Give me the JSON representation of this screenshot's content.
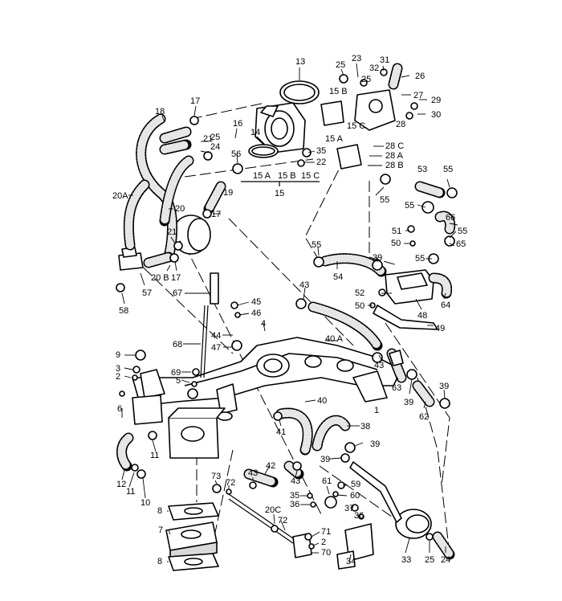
{
  "callouts": [
    {
      "id": "13",
      "text": "13"
    },
    {
      "id": "25a",
      "text": "25"
    },
    {
      "id": "23",
      "text": "23"
    },
    {
      "id": "32",
      "text": "32"
    },
    {
      "id": "31",
      "text": "31"
    },
    {
      "id": "26",
      "text": "26"
    },
    {
      "id": "15B",
      "text": "15 B"
    },
    {
      "id": "25b",
      "text": "25"
    },
    {
      "id": "27",
      "text": "27"
    },
    {
      "id": "29",
      "text": "29"
    },
    {
      "id": "30",
      "text": "30"
    },
    {
      "id": "18",
      "text": "18"
    },
    {
      "id": "17a",
      "text": "17"
    },
    {
      "id": "16",
      "text": "16"
    },
    {
      "id": "25c",
      "text": "25"
    },
    {
      "id": "24",
      "text": "24"
    },
    {
      "id": "21a",
      "text": "21"
    },
    {
      "id": "14",
      "text": "14"
    },
    {
      "id": "15A",
      "text": "15 A"
    },
    {
      "id": "15C",
      "text": "15 C"
    },
    {
      "id": "28",
      "text": "28"
    },
    {
      "id": "35a",
      "text": "35"
    },
    {
      "id": "22",
      "text": "22"
    },
    {
      "id": "56",
      "text": "56"
    },
    {
      "id": "28C",
      "text": "28 C"
    },
    {
      "id": "28A",
      "text": "28 A"
    },
    {
      "id": "28B",
      "text": "28 B"
    },
    {
      "id": "53",
      "text": "53"
    },
    {
      "id": "55a",
      "text": "55"
    },
    {
      "id": "20A",
      "text": "20A"
    },
    {
      "id": "19",
      "text": "19"
    },
    {
      "id": "17b",
      "text": "17"
    },
    {
      "id": "20",
      "text": "20"
    },
    {
      "id": "55b",
      "text": "55"
    },
    {
      "id": "55c",
      "text": "55"
    },
    {
      "id": "66",
      "text": "66"
    },
    {
      "id": "55d",
      "text": "55"
    },
    {
      "id": "51",
      "text": "51"
    },
    {
      "id": "21b",
      "text": "21"
    },
    {
      "id": "50a",
      "text": "50"
    },
    {
      "id": "65",
      "text": "65"
    },
    {
      "id": "55e",
      "text": "55"
    },
    {
      "id": "55f",
      "text": "55"
    },
    {
      "id": "39a",
      "text": "39"
    },
    {
      "id": "54",
      "text": "54"
    },
    {
      "id": "20B",
      "text": "20 B"
    },
    {
      "id": "17c",
      "text": "17"
    },
    {
      "id": "57",
      "text": "57"
    },
    {
      "id": "58",
      "text": "58"
    },
    {
      "id": "67",
      "text": "67"
    },
    {
      "id": "43a",
      "text": "43"
    },
    {
      "id": "52",
      "text": "52"
    },
    {
      "id": "48",
      "text": "48"
    },
    {
      "id": "64",
      "text": "64"
    },
    {
      "id": "50b",
      "text": "50"
    },
    {
      "id": "45",
      "text": "45"
    },
    {
      "id": "46",
      "text": "46"
    },
    {
      "id": "49",
      "text": "49"
    },
    {
      "id": "4",
      "text": "4"
    },
    {
      "id": "44",
      "text": "44"
    },
    {
      "id": "40A",
      "text": "40 A"
    },
    {
      "id": "47",
      "text": "47"
    },
    {
      "id": "68",
      "text": "68"
    },
    {
      "id": "9",
      "text": "9"
    },
    {
      "id": "43b",
      "text": "43"
    },
    {
      "id": "3",
      "text": "3"
    },
    {
      "id": "2a",
      "text": "2"
    },
    {
      "id": "69",
      "text": "69"
    },
    {
      "id": "5",
      "text": "5"
    },
    {
      "id": "63",
      "text": "63"
    },
    {
      "id": "39b",
      "text": "39"
    },
    {
      "id": "62",
      "text": "62"
    },
    {
      "id": "39c",
      "text": "39"
    },
    {
      "id": "40",
      "text": "40"
    },
    {
      "id": "1",
      "text": "1"
    },
    {
      "id": "6",
      "text": "6"
    },
    {
      "id": "38",
      "text": "38"
    },
    {
      "id": "41",
      "text": "41"
    },
    {
      "id": "11a",
      "text": "11"
    },
    {
      "id": "39d",
      "text": "39"
    },
    {
      "id": "39e",
      "text": "39"
    },
    {
      "id": "12",
      "text": "12"
    },
    {
      "id": "11b",
      "text": "11"
    },
    {
      "id": "10",
      "text": "10"
    },
    {
      "id": "42",
      "text": "42"
    },
    {
      "id": "43c",
      "text": "43"
    },
    {
      "id": "43d",
      "text": "43"
    },
    {
      "id": "73",
      "text": "73"
    },
    {
      "id": "72a",
      "text": "72"
    },
    {
      "id": "61",
      "text": "61"
    },
    {
      "id": "59",
      "text": "59"
    },
    {
      "id": "35b",
      "text": "35"
    },
    {
      "id": "60",
      "text": "60"
    },
    {
      "id": "36a",
      "text": "36"
    },
    {
      "id": "37",
      "text": "37"
    },
    {
      "id": "36b",
      "text": "36"
    },
    {
      "id": "8a",
      "text": "8"
    },
    {
      "id": "20C",
      "text": "20C"
    },
    {
      "id": "72b",
      "text": "72"
    },
    {
      "id": "7",
      "text": "7"
    },
    {
      "id": "71",
      "text": "71"
    },
    {
      "id": "2b",
      "text": "2"
    },
    {
      "id": "70",
      "text": "70"
    },
    {
      "id": "8b",
      "text": "8"
    },
    {
      "id": "34",
      "text": "34"
    },
    {
      "id": "33",
      "text": "33"
    },
    {
      "id": "25d",
      "text": "25"
    },
    {
      "id": "24b",
      "text": "24"
    }
  ],
  "group_bracket": {
    "labels": {
      "a": "15 A",
      "b": "15 B",
      "c": "15 C"
    },
    "parent": "15"
  }
}
